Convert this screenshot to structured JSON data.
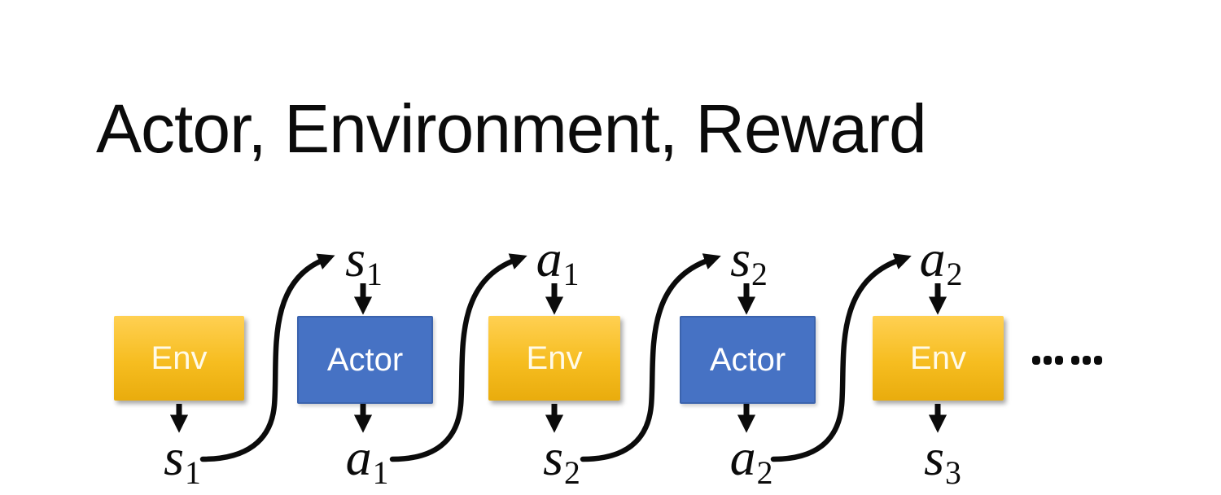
{
  "title": {
    "text": "Actor, Environment, Reward"
  },
  "colors": {
    "background": "#ffffff",
    "title_text": "#0b0b0b",
    "env_gradient_top": "#ffd052",
    "env_gradient_bottom": "#e9ac0d",
    "env_text": "#fffae8",
    "actor_fill": "#4672c4",
    "actor_border": "#3b63ad",
    "actor_text": "#ffffff",
    "arrow": "#0b0b0b"
  },
  "diagram": {
    "boxes": [
      {
        "label": "Env",
        "type": "env"
      },
      {
        "label": "Actor",
        "type": "actor"
      },
      {
        "label": "Env",
        "type": "env"
      },
      {
        "label": "Actor",
        "type": "actor"
      },
      {
        "label": "Env",
        "type": "env"
      }
    ],
    "top_labels": [
      {
        "base": "s",
        "sub": "1"
      },
      {
        "base": "a",
        "sub": "1"
      },
      {
        "base": "s",
        "sub": "2"
      },
      {
        "base": "a",
        "sub": "2"
      }
    ],
    "bottom_labels": [
      {
        "base": "s",
        "sub": "1"
      },
      {
        "base": "a",
        "sub": "1"
      },
      {
        "base": "s",
        "sub": "2"
      },
      {
        "base": "a",
        "sub": "2"
      },
      {
        "base": "s",
        "sub": "3"
      }
    ],
    "ellipsis": "……"
  }
}
